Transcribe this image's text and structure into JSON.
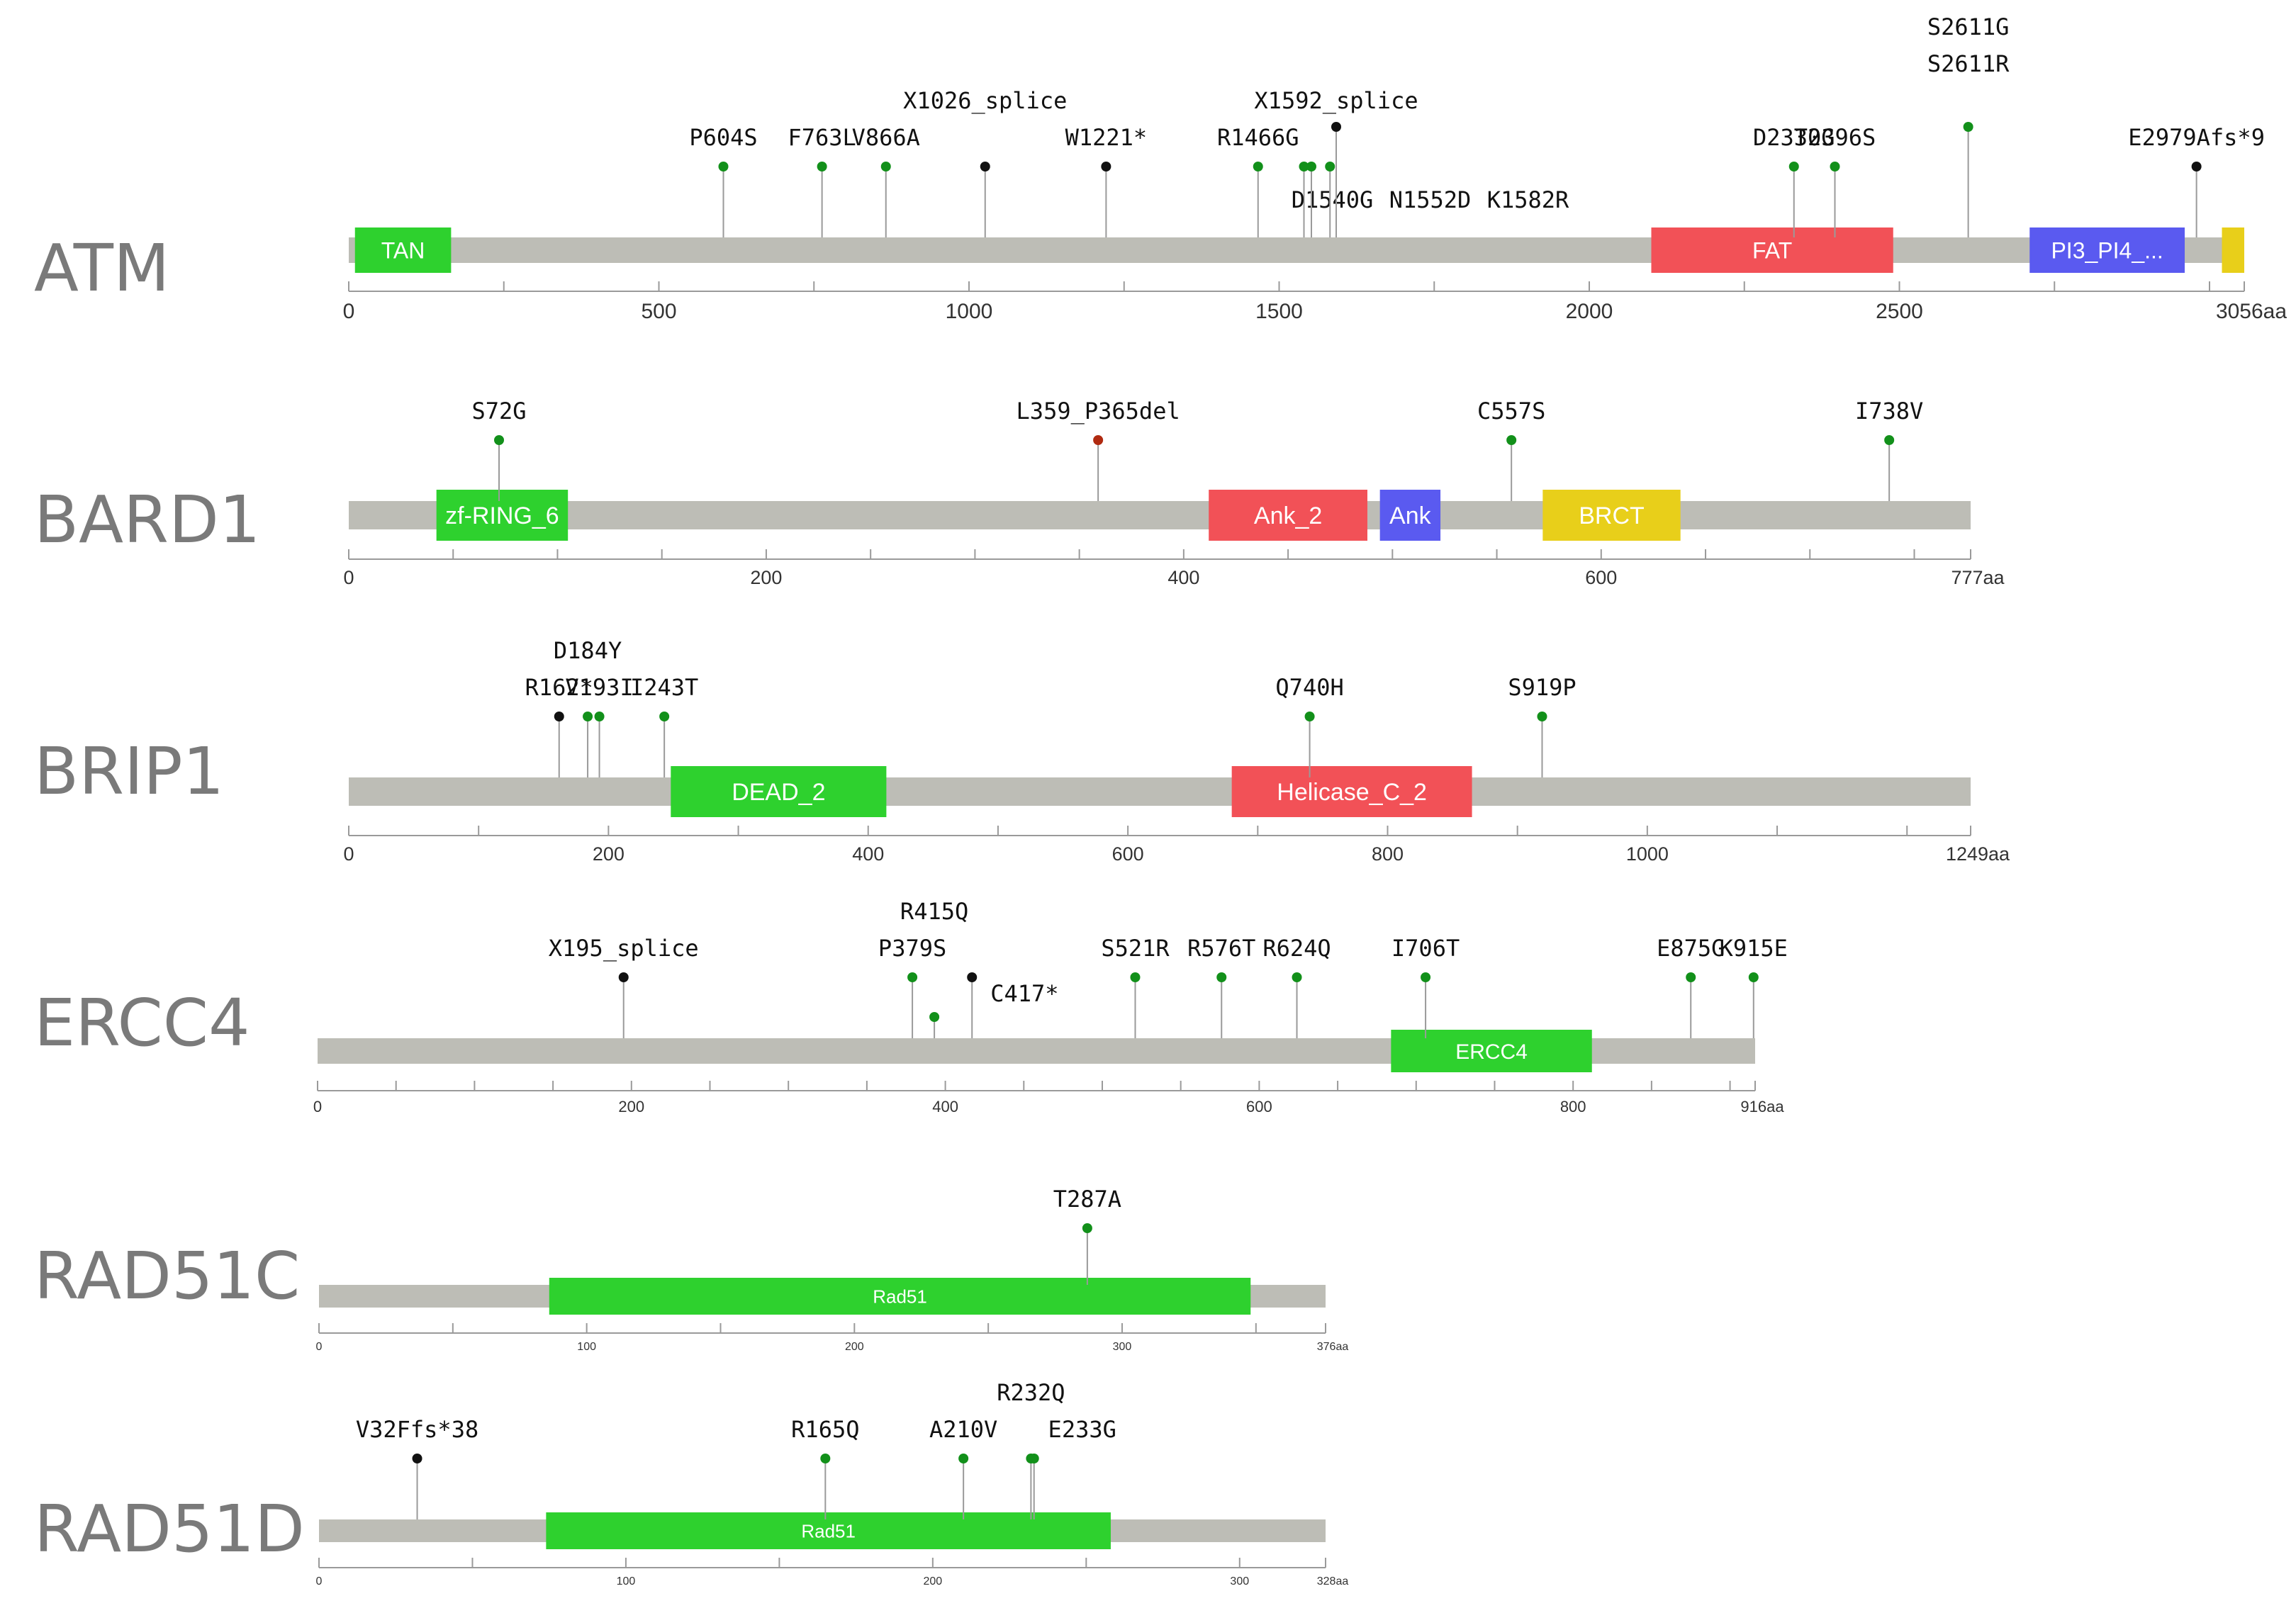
{
  "colors": {
    "backbone": "#bdbdb6",
    "green_domain": "#2ed12e",
    "red_domain": "#f25157",
    "blue_domain": "#5a5af0",
    "yellow_domain": "#e8cf1a",
    "mut_green": "#12901a",
    "mut_black": "#111111",
    "mut_red": "#b02a10"
  },
  "genes": [
    {
      "name": "ATM",
      "length": 3056,
      "length_label": "3056aa",
      "ticks": [
        0,
        500,
        1000,
        1500,
        2000,
        2500
      ],
      "domains": [
        {
          "label": "TAN",
          "start": 10,
          "end": 165,
          "color": "green"
        },
        {
          "label": "FAT",
          "start": 2100,
          "end": 2490,
          "color": "red"
        },
        {
          "label": "PI3_PI4_...",
          "start": 2710,
          "end": 2960,
          "color": "blue"
        },
        {
          "label": "",
          "start": 3020,
          "end": 3056,
          "color": "yellow"
        }
      ],
      "mutations": [
        {
          "label": "P604S",
          "pos": 604,
          "level": 0,
          "color": "green"
        },
        {
          "label": "F763L",
          "pos": 763,
          "level": 0,
          "color": "green"
        },
        {
          "label": "V866A",
          "pos": 866,
          "level": 0,
          "color": "green"
        },
        {
          "label": "X1026_splice",
          "pos": 1026,
          "level": 0,
          "color": "black",
          "label_level": 1
        },
        {
          "label": "W1221*",
          "pos": 1221,
          "level": 0,
          "color": "black"
        },
        {
          "label": "R1466G",
          "pos": 1466,
          "level": 0,
          "color": "green"
        },
        {
          "label": "D1540G",
          "pos": 1540,
          "level": 0,
          "color": "green",
          "label_below": true
        },
        {
          "label": "N1552D",
          "pos": 1552,
          "level": 0,
          "color": "green",
          "label_below": true
        },
        {
          "label": "K1582R",
          "pos": 1582,
          "level": 0,
          "color": "green",
          "label_below": true
        },
        {
          "label": "X1592_splice",
          "pos": 1592,
          "level": 1,
          "color": "black"
        },
        {
          "label": "D2330G",
          "pos": 2330,
          "level": 0,
          "color": "green"
        },
        {
          "label": "T2396S",
          "pos": 2396,
          "level": 0,
          "color": "green"
        },
        {
          "label": "S2611G",
          "pos": 2611,
          "level": 1,
          "color": "green",
          "label_level": 3
        },
        {
          "label": "S2611R",
          "pos": 2611,
          "level": 1,
          "color": "green",
          "label_level": 2,
          "no_mark": true
        },
        {
          "label": "E2979Afs*9",
          "pos": 2979,
          "level": 0,
          "color": "black"
        }
      ]
    },
    {
      "name": "BARD1",
      "length": 777,
      "length_label": "777aa",
      "ticks": [
        0,
        200,
        400,
        600
      ],
      "domains": [
        {
          "label": "zf-RING_6",
          "start": 42,
          "end": 105,
          "color": "green"
        },
        {
          "label": "Ank_2",
          "start": 412,
          "end": 488,
          "color": "red"
        },
        {
          "label": "Ank",
          "start": 494,
          "end": 523,
          "color": "blue"
        },
        {
          "label": "BRCT",
          "start": 572,
          "end": 638,
          "color": "yellow"
        }
      ],
      "mutations": [
        {
          "label": "S72G",
          "pos": 72,
          "level": 0,
          "color": "green"
        },
        {
          "label": "L359_P365del",
          "pos": 359,
          "level": 0,
          "color": "red"
        },
        {
          "label": "C557S",
          "pos": 557,
          "level": 0,
          "color": "green"
        },
        {
          "label": "I738V",
          "pos": 738,
          "level": 0,
          "color": "green"
        }
      ]
    },
    {
      "name": "BRIP1",
      "length": 1249,
      "length_label": "1249aa",
      "ticks": [
        0,
        200,
        400,
        600,
        800,
        1000
      ],
      "domains": [
        {
          "label": "DEAD_2",
          "start": 248,
          "end": 414,
          "color": "green"
        },
        {
          "label": "Helicase_C_2",
          "start": 680,
          "end": 865,
          "color": "red"
        }
      ],
      "mutations": [
        {
          "label": "R162*",
          "pos": 162,
          "level": 0,
          "color": "black"
        },
        {
          "label": "D184Y",
          "pos": 184,
          "level": 0,
          "color": "green",
          "label_level": 1
        },
        {
          "label": "V193I",
          "pos": 193,
          "level": 0,
          "color": "green"
        },
        {
          "label": "I243T",
          "pos": 243,
          "level": 0,
          "color": "green"
        },
        {
          "label": "Q740H",
          "pos": 740,
          "level": 0,
          "color": "green"
        },
        {
          "label": "S919P",
          "pos": 919,
          "level": 0,
          "color": "green"
        }
      ]
    },
    {
      "name": "ERCC4",
      "length": 916,
      "length_label": "916aa",
      "ticks": [
        0,
        200,
        400,
        600,
        800
      ],
      "domains": [
        {
          "label": "ERCC4",
          "start": 684,
          "end": 812,
          "color": "green"
        }
      ],
      "mutations": [
        {
          "label": "X195_splice",
          "pos": 195,
          "level": 0,
          "color": "black"
        },
        {
          "label": "P379S",
          "pos": 379,
          "level": 0,
          "color": "green"
        },
        {
          "label": "R415Q",
          "pos": 393,
          "level": -1,
          "color": "green",
          "label_level": 1
        },
        {
          "label": "C417*",
          "pos": 417,
          "level": 0,
          "color": "black",
          "label_side": true
        },
        {
          "label": "S521R",
          "pos": 521,
          "level": 0,
          "color": "green"
        },
        {
          "label": "R576T",
          "pos": 576,
          "level": 0,
          "color": "green"
        },
        {
          "label": "R624Q",
          "pos": 624,
          "level": 0,
          "color": "green"
        },
        {
          "label": "I706T",
          "pos": 706,
          "level": 0,
          "color": "green"
        },
        {
          "label": "E875G",
          "pos": 875,
          "level": 0,
          "color": "green"
        },
        {
          "label": "K915E",
          "pos": 915,
          "level": 0,
          "color": "green"
        }
      ]
    },
    {
      "name": "RAD51C",
      "length": 376,
      "length_label": "376aa",
      "ticks": [
        0,
        100,
        200,
        300
      ],
      "domains": [
        {
          "label": "Rad51",
          "start": 86,
          "end": 348,
          "color": "green"
        }
      ],
      "mutations": [
        {
          "label": "T287A",
          "pos": 287,
          "level": 0,
          "color": "green"
        }
      ]
    },
    {
      "name": "RAD51D",
      "length": 328,
      "length_label": "328aa",
      "ticks": [
        0,
        100,
        200,
        300
      ],
      "domains": [
        {
          "label": "Rad51",
          "start": 74,
          "end": 258,
          "color": "green"
        }
      ],
      "mutations": [
        {
          "label": "V32Ffs*38",
          "pos": 32,
          "level": 0,
          "color": "black"
        },
        {
          "label": "R165Q",
          "pos": 165,
          "level": 0,
          "color": "green"
        },
        {
          "label": "A210V",
          "pos": 210,
          "level": 0,
          "color": "green"
        },
        {
          "label": "R232Q",
          "pos": 232,
          "level": 0,
          "color": "green",
          "label_level": 1
        },
        {
          "label": "E233G",
          "pos": 233,
          "level": 0,
          "color": "green",
          "label_offset": true
        }
      ]
    }
  ]
}
